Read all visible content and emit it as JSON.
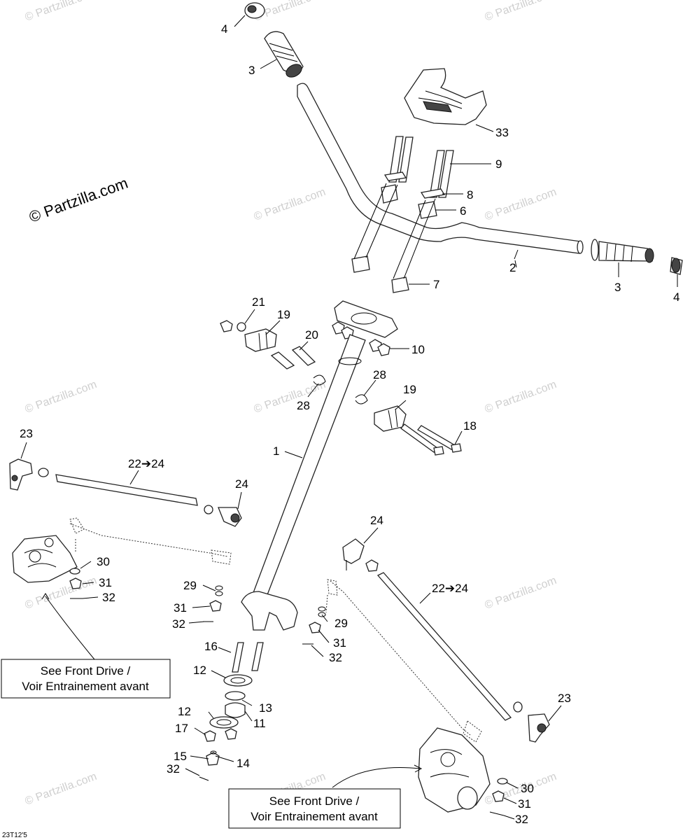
{
  "watermark": "© Partzilla.com",
  "copyright_main": "© Partzilla.com",
  "drawing_code": "23T12'5",
  "notes": {
    "front_drive_left": [
      "See Front Drive /",
      "Voir Entrainement avant"
    ],
    "front_drive_right": [
      "See Front Drive /",
      "Voir Entrainement avant"
    ]
  },
  "callouts": {
    "c1": "1",
    "c2": "2",
    "c3a": "3",
    "c3b": "3",
    "c4a": "4",
    "c4b": "4",
    "c6": "6",
    "c7": "7",
    "c8": "8",
    "c9": "9",
    "c10": "10",
    "c11": "11",
    "c12a": "12",
    "c12b": "12",
    "c13": "13",
    "c14": "14",
    "c15": "15",
    "c16": "16",
    "c17": "17",
    "c18": "18",
    "c19a": "19",
    "c19b": "19",
    "c20": "20",
    "c21": "21",
    "c22a": "22➔24",
    "c22b": "22➔24",
    "c23a": "23",
    "c23b": "23",
    "c24a": "24",
    "c24b": "24",
    "c28a": "28",
    "c28b": "28",
    "c29a": "29",
    "c29b": "29",
    "c30a": "30",
    "c30b": "30",
    "c31a": "31",
    "c31b": "31",
    "c31c": "31",
    "c31d": "31",
    "c32a": "32",
    "c32b": "32",
    "c32c": "32",
    "c32d": "32",
    "c32e": "32",
    "c33": "33"
  }
}
